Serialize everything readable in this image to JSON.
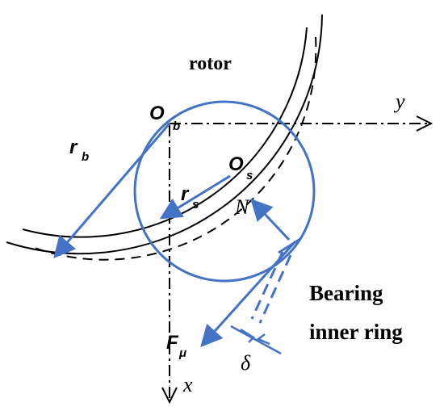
{
  "labels": {
    "rotor": "rotor",
    "ob_main": "O",
    "ob_sub": "b",
    "y_axis": "y",
    "rb_main": "r",
    "rb_sub": "b",
    "os_main": "O",
    "os_sub": "s",
    "rs_main": "r",
    "rs_sub": "s",
    "normal_force": "N",
    "bearing_line1": "Bearing",
    "bearing_line2": "inner ring",
    "fmu_main": "F",
    "fmu_sub": "μ",
    "delta": "δ",
    "x_axis": "x"
  },
  "colors": {
    "blue": "#4472c4",
    "black": "#000000"
  }
}
